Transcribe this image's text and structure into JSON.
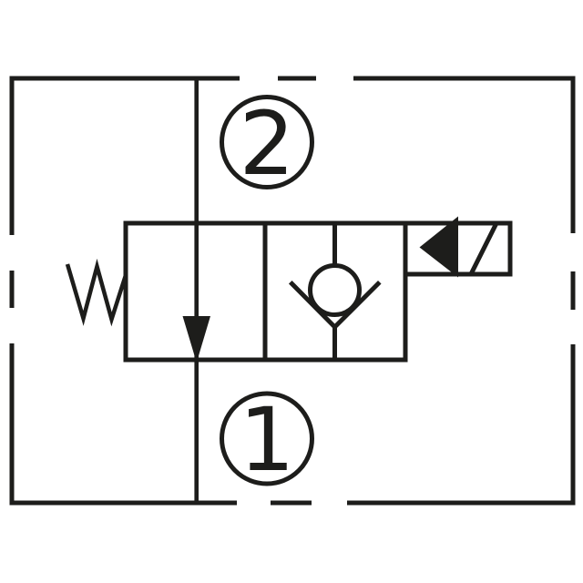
{
  "colors": {
    "line": "#1d1d1b",
    "background": "#ffffff"
  },
  "ports": {
    "port2": {
      "label": "2"
    },
    "port1": {
      "label": "1"
    }
  },
  "symbols": {
    "enclosure": "dashed-boundary-box",
    "spring": "zigzag-spring-return",
    "flow_arrow": "filled-triangle-down",
    "check_valve": "ball-check-in-v-seat",
    "solenoid": "filled-triangle-with-slash"
  }
}
